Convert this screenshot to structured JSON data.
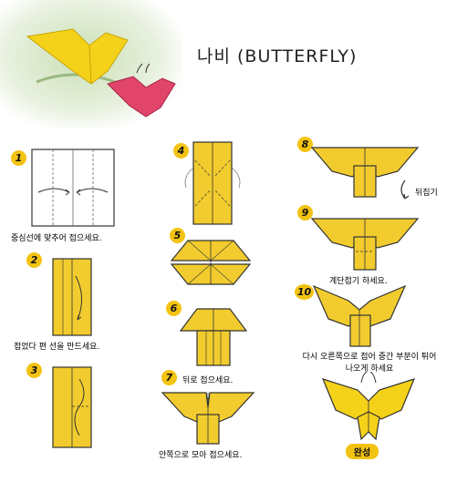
{
  "title": "나비 (BUTTERFLY)",
  "steps": [
    {
      "num": "1",
      "caption": "중심선에 맞추어 접으세요."
    },
    {
      "num": "2",
      "caption": "접었다 편 선을 만드세요."
    },
    {
      "num": "3",
      "caption": ""
    },
    {
      "num": "4",
      "caption": ""
    },
    {
      "num": "5",
      "caption": ""
    },
    {
      "num": "6",
      "caption": ""
    },
    {
      "num": "7",
      "caption": "뒤로 접으세요."
    },
    {
      "num": "8",
      "caption": ""
    },
    {
      "num": "9",
      "caption": "계단접기 하세요."
    },
    {
      "num": "10",
      "caption": "다시 오른쪽으로 접어 중간 부분이 튀어 나오게 하세요"
    }
  ],
  "step7_sub_caption": "안쪽으로 모아 접으세요.",
  "flip_label": "뒤집기",
  "final_label": "완성",
  "colors": {
    "paper": "#f2cc2e",
    "paper_dark": "#d9a800",
    "badge": "#f3c313",
    "pink": "#e2456a"
  }
}
